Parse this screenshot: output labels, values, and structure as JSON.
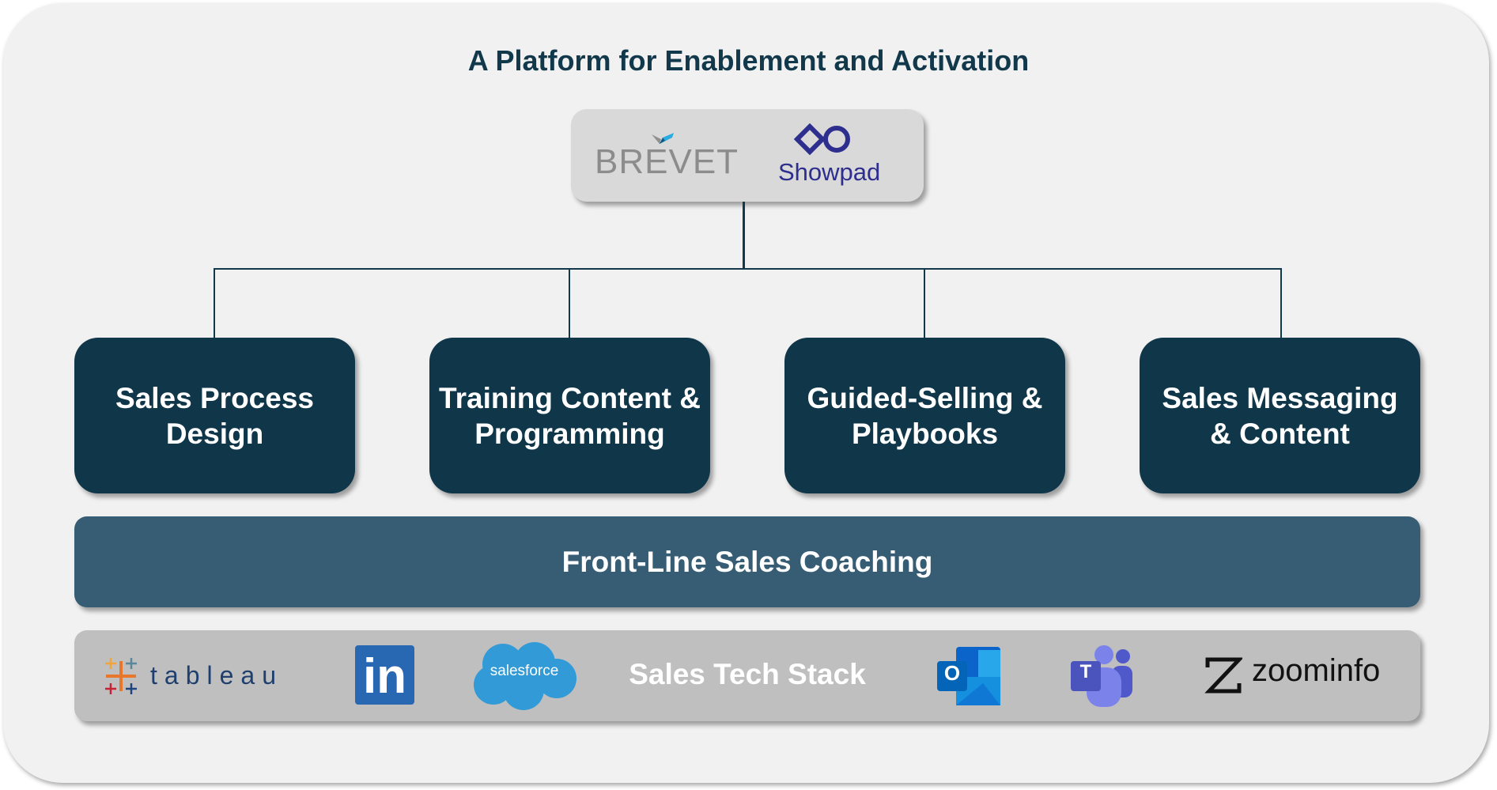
{
  "title": "A Platform for Enablement and Activation",
  "platform_logos": [
    "BREVET",
    "Showpad"
  ],
  "pillars": [
    "Sales Process Design",
    "Training Content & Programming",
    "Guided-Selling & Playbooks",
    "Sales Messaging & Content"
  ],
  "foundation": "Front-Line Sales Coaching",
  "tech_stack": {
    "label": "Sales Tech Stack",
    "logos": [
      "tableau",
      "in",
      "salesforce",
      "O",
      "T",
      "zoominfo"
    ]
  },
  "colors": {
    "pillar": "#0f3649",
    "coaching": "#375d75",
    "tech": "#bfbfbf",
    "title": "#12384b"
  }
}
